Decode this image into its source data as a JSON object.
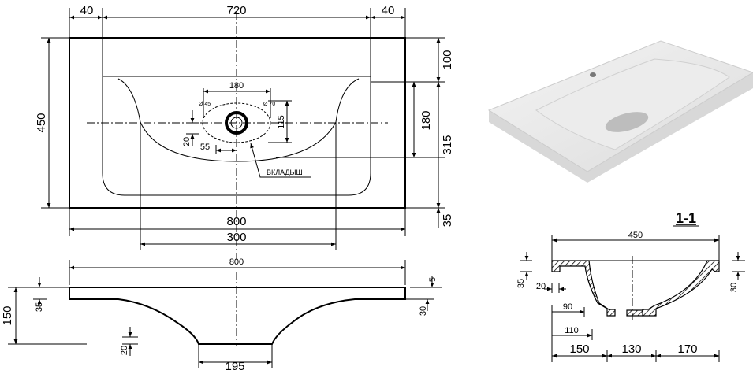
{
  "top_view": {
    "dims": {
      "side_left": "40",
      "width_inner": "720",
      "side_right": "40",
      "depth": "450",
      "front_margin": "100",
      "bowl_depth": "180",
      "drain_offset": "315",
      "back_margin": "35",
      "total_width": "800",
      "bowl_width": "300",
      "insert_width": "180",
      "insert_depth": "115",
      "drain_shift": "20",
      "drain_x": "55",
      "dia_small": "Ø 45",
      "dia_large": "Ø 70"
    },
    "insert_label": "ВКЛАДЫШ"
  },
  "front_view": {
    "dims": {
      "total_width": "800",
      "height": "150",
      "slab": "35",
      "edge_top": "5",
      "edge_side": "30",
      "base_height": "20",
      "base_width": "195"
    }
  },
  "section": {
    "title": "1-1",
    "dims": {
      "depth": "450",
      "left_slab": "35",
      "right_slab": "30",
      "lip": "20",
      "to_wall": "90",
      "to_bowl": "110",
      "seg1": "150",
      "seg2": "130",
      "seg3": "170"
    }
  }
}
